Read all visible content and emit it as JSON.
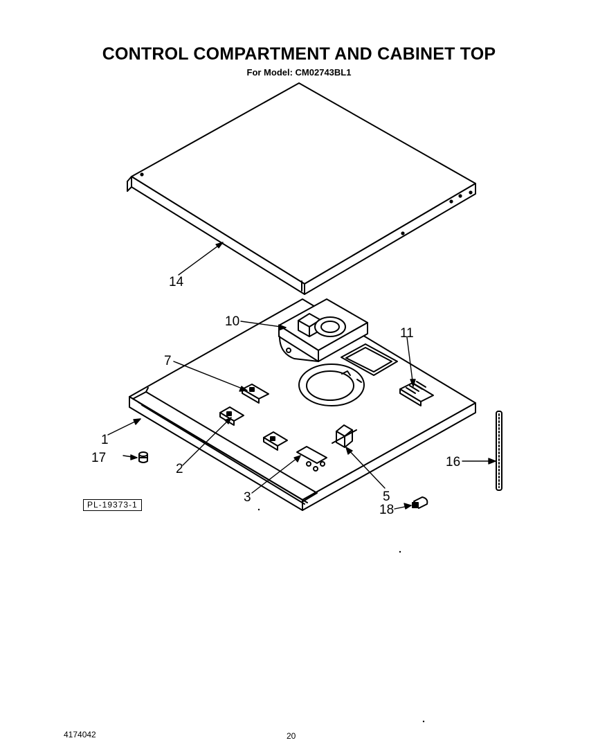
{
  "header": {
    "title": "CONTROL COMPARTMENT AND CABINET TOP",
    "subtitle": "For Model: CM02743BL1"
  },
  "footer": {
    "doc_number": "4174042",
    "page_number": "20"
  },
  "ref_code": "PL-19373-1",
  "callouts": {
    "c1": "1",
    "c2": "2",
    "c3": "3",
    "c5": "5",
    "c7": "7",
    "c10": "10",
    "c11": "11",
    "c14": "14",
    "c16": "16",
    "c17": "17",
    "c18": "18"
  }
}
